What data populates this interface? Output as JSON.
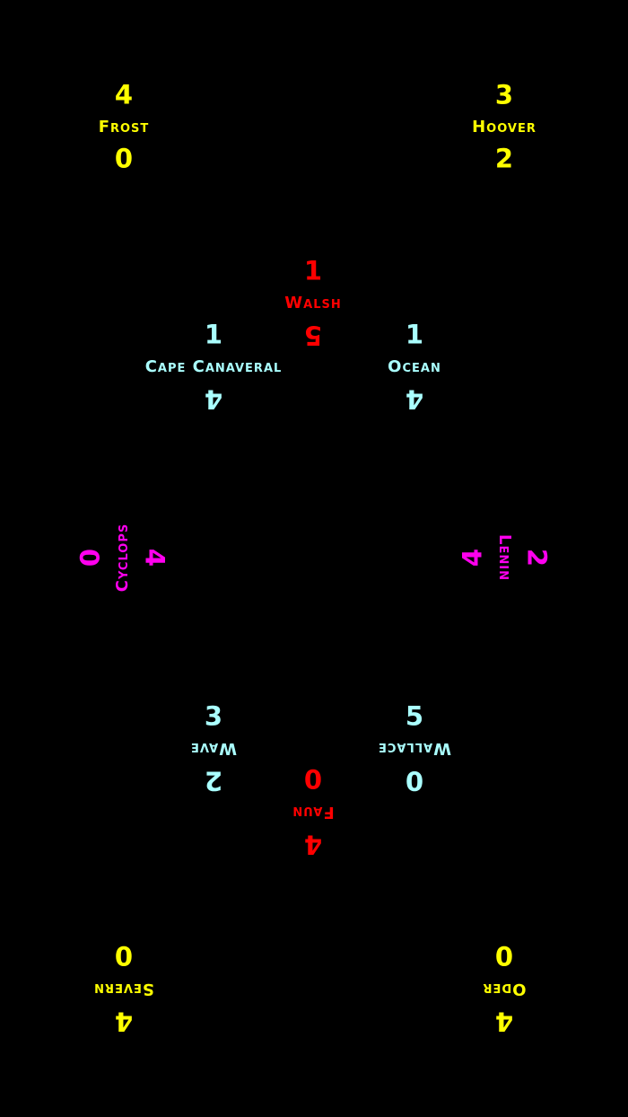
{
  "colors": {
    "background": "#000000",
    "yellow": "#ffff00",
    "red": "#ff0000",
    "cyan": "#aaffff",
    "magenta": "#ff00ee"
  },
  "stations": {
    "frost": {
      "name": "Frost",
      "top": "4",
      "bottom": "0"
    },
    "hoover": {
      "name": "Hoover",
      "top": "3",
      "bottom": "2"
    },
    "walsh": {
      "name": "Walsh",
      "top": "1",
      "bottom": "5"
    },
    "cape_canaveral": {
      "name": "Cape Canaveral",
      "top": "1",
      "bottom": "4"
    },
    "ocean": {
      "name": "Ocean",
      "top": "1",
      "bottom": "4"
    },
    "cyclops": {
      "name": "Cyclops",
      "top": "0",
      "bottom": "4"
    },
    "lenin": {
      "name": "Lenin",
      "top": "2",
      "bottom": "4"
    },
    "wave": {
      "name": "Wave",
      "top": "2",
      "bottom": "3"
    },
    "wallace": {
      "name": "Wallace",
      "top": "0",
      "bottom": "5"
    },
    "faun": {
      "name": "Faun",
      "top": "4",
      "bottom": "0"
    },
    "severn": {
      "name": "Severn",
      "top": "4",
      "bottom": "0"
    },
    "oder": {
      "name": "Oder",
      "top": "4",
      "bottom": "0"
    }
  }
}
